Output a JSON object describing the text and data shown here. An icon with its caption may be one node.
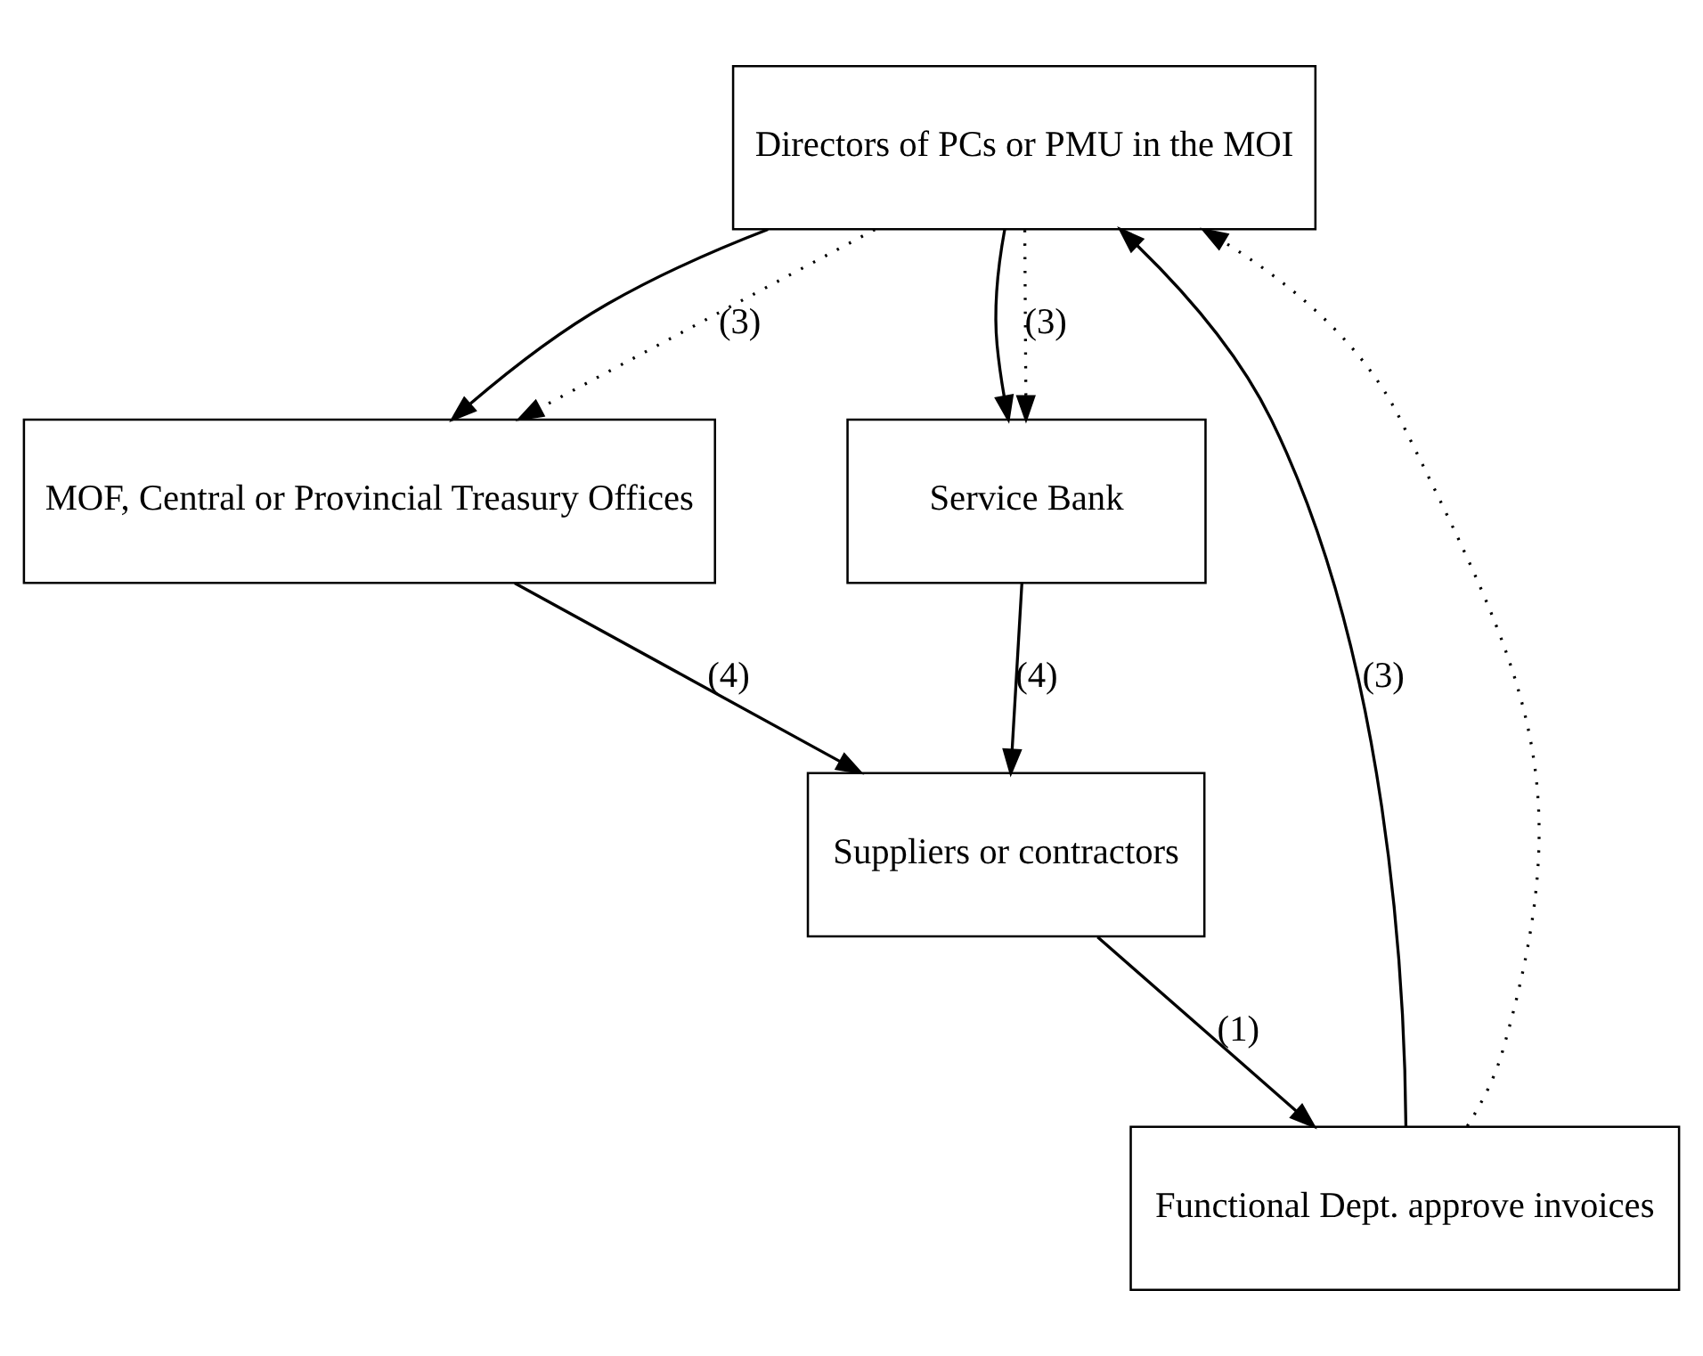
{
  "diagram": {
    "nodes": [
      {
        "text": [
          "Directors of PCs or PMU in the MOI"
        ]
      },
      {
        "text": [
          "MOF, Central or Provincial Treasury Offices"
        ]
      },
      {
        "text": [
          "Service Bank"
        ]
      },
      {
        "text": [
          "Functional Dept. approve invoices"
        ]
      },
      {
        "text": [
          "Suppliers or contractors"
        ]
      }
    ],
    "edges": [
      {
        "from": 0,
        "to": 1,
        "arrow": "to"
      },
      {
        "from": 0,
        "to": 1,
        "arrow": "to",
        "style": "dashed",
        "label": "(3)"
      },
      {
        "from": 0,
        "to": 2,
        "arrow": "to"
      },
      {
        "from": 0,
        "to": 2,
        "arrow": "to",
        "style": "dashed",
        "label": "(3)"
      },
      {
        "from": 3,
        "to": 0,
        "arrow": "to",
        "label": "(3)"
      },
      {
        "from": 3,
        "to": 0,
        "arrow": "to",
        "style": "dashed"
      },
      {
        "from": 1,
        "to": 4,
        "arrow": "to",
        "label": "(4)"
      },
      {
        "from": 2,
        "to": 4,
        "arrow": "to",
        "label": "(4)"
      },
      {
        "from": 4,
        "to": 3,
        "arrow": "to",
        "label": "(1)"
      }
    ]
  }
}
